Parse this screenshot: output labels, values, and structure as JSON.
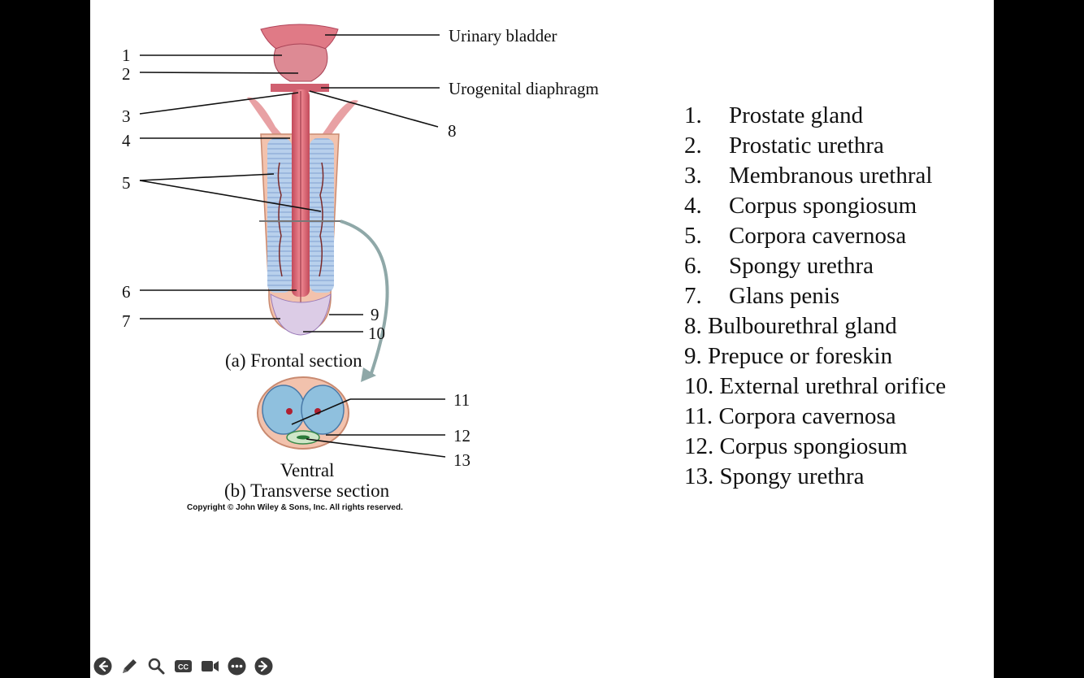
{
  "figure": {
    "callouts": {
      "urinary_bladder": "Urinary bladder",
      "urogenital_diaphragm": "Urogenital diaphragm"
    },
    "numbers": [
      "1",
      "2",
      "3",
      "4",
      "5",
      "6",
      "7",
      "8",
      "9",
      "10",
      "11",
      "12",
      "13"
    ],
    "captions": {
      "frontal": "(a) Frontal section",
      "ventral": "Ventral",
      "transverse": "(b) Transverse section"
    },
    "copyright": "Copyright © John Wiley & Sons, Inc. All rights reserved."
  },
  "legend": [
    {
      "num": "1.",
      "label": "Prostate gland",
      "wide": true
    },
    {
      "num": "2.",
      "label": "Prostatic urethra",
      "wide": true
    },
    {
      "num": "3.",
      "label": "Membranous urethral",
      "wide": true
    },
    {
      "num": "4.",
      "label": "Corpus spongiosum",
      "wide": true
    },
    {
      "num": "5.",
      "label": "Corpora cavernosa",
      "wide": true
    },
    {
      "num": "6.",
      "label": "Spongy urethra",
      "wide": true
    },
    {
      "num": "7.",
      "label": "Glans penis",
      "wide": true
    },
    {
      "num": "8.",
      "label": " Bulbourethral gland",
      "wide": false
    },
    {
      "num": "9.",
      "label": " Prepuce or foreskin",
      "wide": false
    },
    {
      "num": "10.",
      "label": " External urethral orifice",
      "wide": false
    },
    {
      "num": "11.",
      "label": " Corpora cavernosa",
      "wide": false
    },
    {
      "num": "12.",
      "label": " Corpus spongiosum",
      "wide": false
    },
    {
      "num": "13.",
      "label": " Spongy urethra",
      "wide": false
    }
  ],
  "toolbar": [
    {
      "name": "previous-slide-button",
      "icon": "arrow-left-circle-icon"
    },
    {
      "name": "pen-tool-button",
      "icon": "pencil-icon"
    },
    {
      "name": "zoom-button",
      "icon": "magnifier-icon"
    },
    {
      "name": "captions-button",
      "icon": "cc-icon"
    },
    {
      "name": "camera-button",
      "icon": "video-camera-icon"
    },
    {
      "name": "more-options-button",
      "icon": "ellipsis-circle-icon"
    },
    {
      "name": "next-slide-button",
      "icon": "arrow-right-circle-icon"
    }
  ],
  "colors": {
    "background": "#000000",
    "slide": "#ffffff",
    "urethra_pink": "#d9606e",
    "erectile_blue": "#a9c6e6",
    "skin": "#e9b49c",
    "toolbar_icon": "#3b3b3b"
  }
}
